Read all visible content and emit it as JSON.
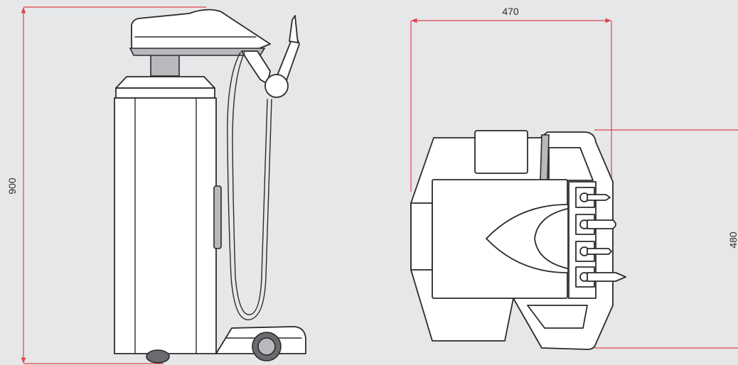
{
  "colors": {
    "background": "#e6e7e9",
    "dimension_line": "#e0454c",
    "outline": "#2b2b2b",
    "fill": "#ffffff",
    "accent_grey": "#b8b9bc",
    "wheel_dark": "#6a6b6e"
  },
  "dimensions": {
    "height": "900",
    "width": "470",
    "depth": "480"
  },
  "views": {
    "side": {
      "icon": "treatment-cart-side-view"
    },
    "top": {
      "icon": "treatment-cart-top-view",
      "handpiece_holders": 4
    }
  }
}
